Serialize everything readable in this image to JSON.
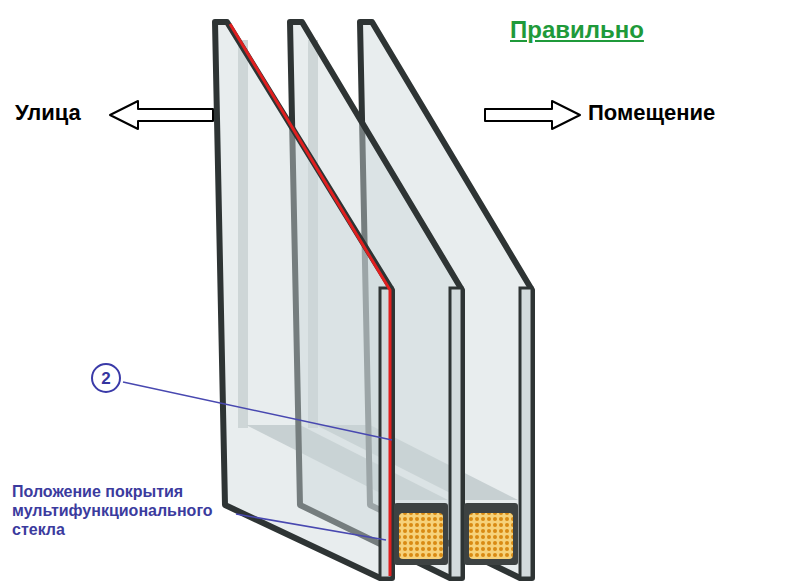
{
  "diagram": {
    "nodes": [
      {
        "text": [
          "2"
        ]
      }
    ],
    "labels": [
      "Правильно",
      "Улица",
      "Помещение",
      "Положение покрытия мультифункционального стекла"
    ]
  }
}
